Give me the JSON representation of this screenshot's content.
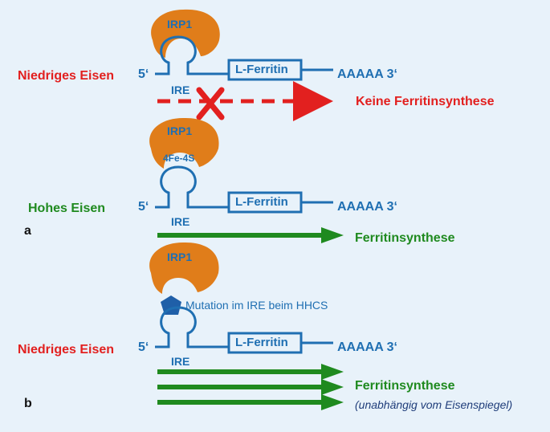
{
  "colors": {
    "background": "#e8f2fa",
    "rna_blue": "#1f6fb2",
    "irp_orange": "#e07d1a",
    "low_iron_red": "#e2201f",
    "high_iron_green": "#1f8a1f",
    "mutation_blue": "#1f5fa8"
  },
  "panels": [
    {
      "condition": "Niedriges Eisen",
      "irp": "IRP1",
      "five_prime": "5‘",
      "gene": "L-Ferritin",
      "three_prime": "AAAAA 3‘",
      "ire": "IRE",
      "outcome": "Keine Ferritinsynthese",
      "blocked": true,
      "blocked_icon": "x-icon"
    },
    {
      "condition": "Hohes Eisen",
      "irp": "IRP1",
      "cluster": "4Fe-4S",
      "five_prime": "5‘",
      "gene": "L-Ferritin",
      "three_prime": "AAAAA 3‘",
      "ire": "IRE",
      "outcome": "Ferritinsynthese",
      "panel_letter": "a"
    },
    {
      "condition": "Niedriges Eisen",
      "irp": "IRP1",
      "mutation_note": "Mutation im IRE beim HHCS",
      "mutation_icon": "pentagon-icon",
      "five_prime": "5‘",
      "gene": "L-Ferritin",
      "three_prime": "AAAAA 3‘",
      "ire": "IRE",
      "outcome": "Ferritinsynthese",
      "outcome_note": "(unabhängig vom Eisenspiegel)",
      "panel_letter": "b"
    }
  ]
}
